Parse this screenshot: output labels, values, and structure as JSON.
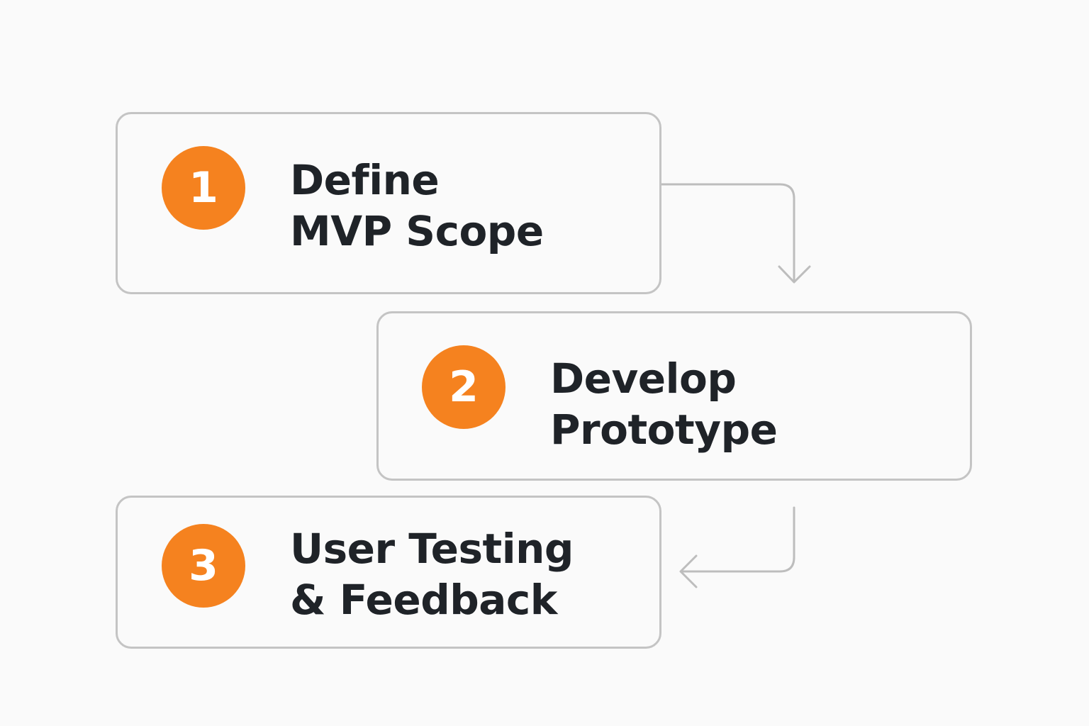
{
  "colors": {
    "accent": "#f5821f",
    "border": "#c4c4c4",
    "text": "#1f2328",
    "connector": "#bdbdbd",
    "background": "#fafafa"
  },
  "steps": [
    {
      "number": "1",
      "lines": [
        "Define",
        "MVP Scope"
      ]
    },
    {
      "number": "2",
      "lines": [
        "Develop",
        "Prototype"
      ]
    },
    {
      "number": "3",
      "lines": [
        "User Testing",
        "& Feedback"
      ]
    }
  ]
}
